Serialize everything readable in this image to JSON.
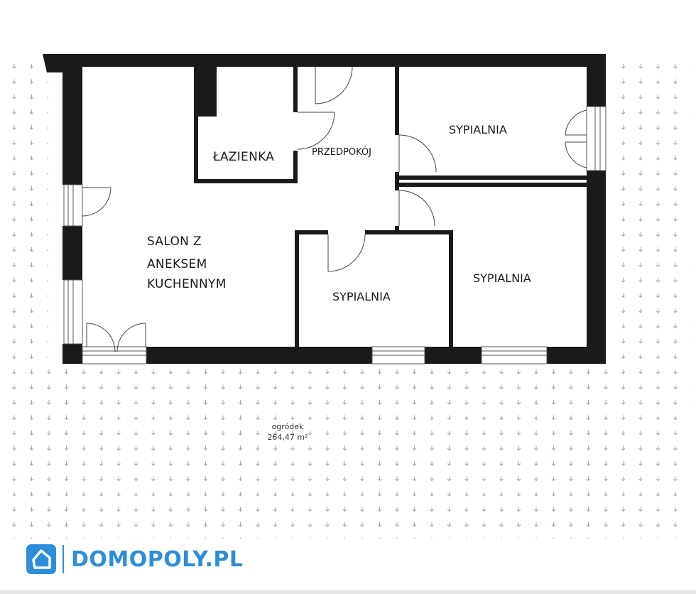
{
  "rooms": {
    "salon_line1": "SALON Z",
    "salon_line2": "ANEKSEM",
    "salon_line3": "KUCHENNYM",
    "bathroom": "ŁAZIENKA",
    "hallway": "PRZEDPOKÓJ",
    "bedroom_top_right": "SYPIALNIA",
    "bedroom_middle": "SYPIALNIA",
    "bedroom_right": "SYPIALNIA"
  },
  "garden": {
    "label": "ogródek",
    "area": "264,47 m²"
  },
  "brand": {
    "name": "DOMOPOLY.PL",
    "color": "#2c8ed8"
  },
  "colors": {
    "wall": "#1a1a1a",
    "garden_mark": "#a9a9a9"
  }
}
